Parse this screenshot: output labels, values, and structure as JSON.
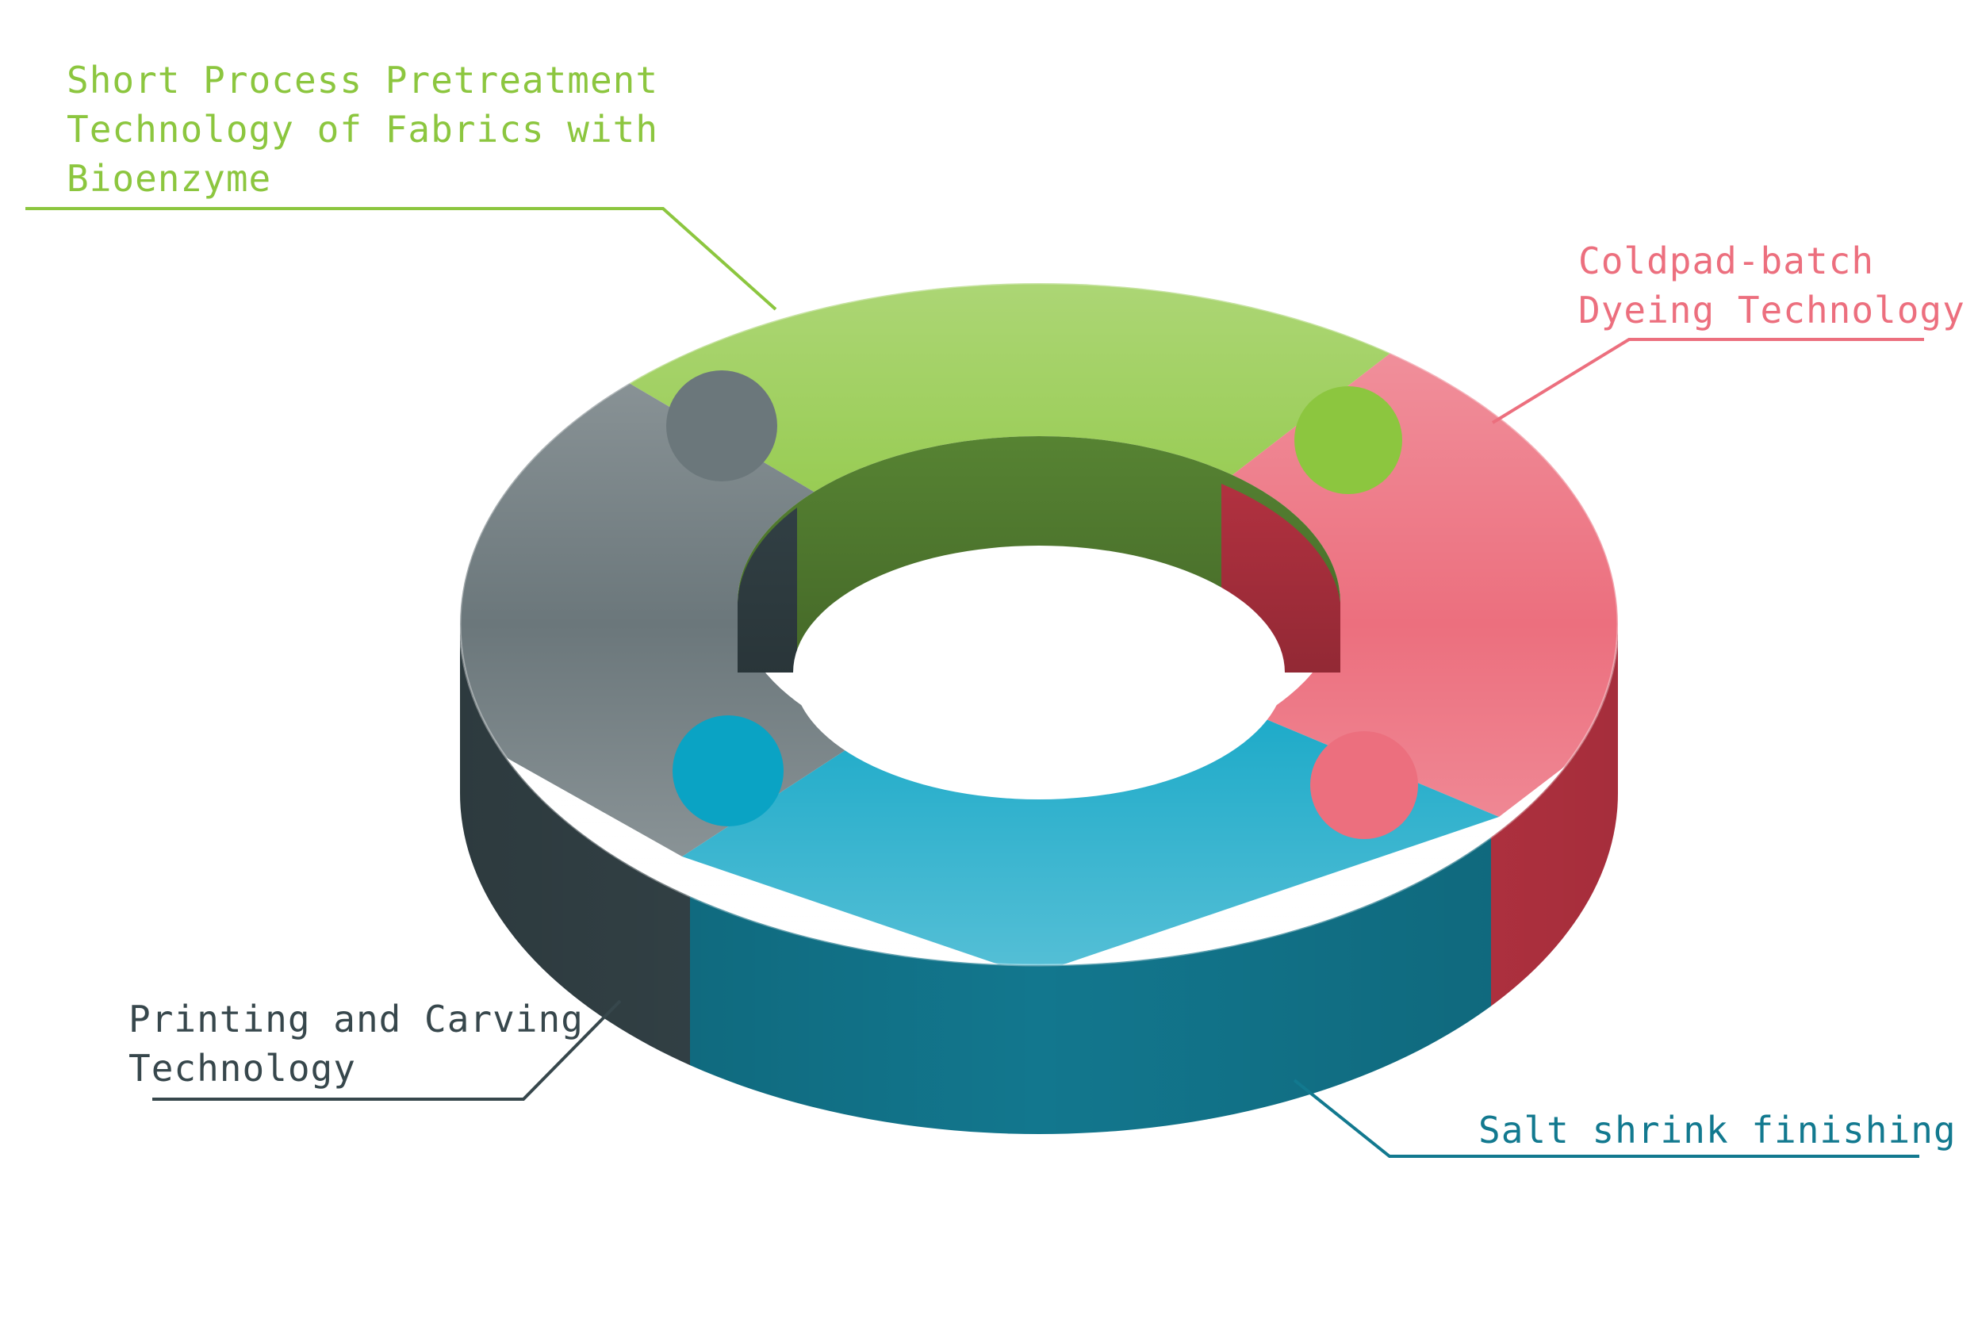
{
  "segments": [
    {
      "id": "green",
      "label_lines": [
        "Short Process Pretreatment",
        "Technology of Fabrics with",
        "Bioenzyme"
      ],
      "color": "#8cc63f",
      "side_color": "#5b8a35"
    },
    {
      "id": "pink",
      "label_lines": [
        "Coldpad-batch",
        "Dyeing Technology"
      ],
      "color": "#ec6f7e",
      "side_color": "#c33646"
    },
    {
      "id": "teal",
      "label_lines": [
        "Salt shrink finishing"
      ],
      "color": "#0aa3c4",
      "side_color": "#12778e"
    },
    {
      "id": "dark",
      "label_lines": [
        "Printing and Carving",
        "Technology"
      ],
      "color": "#6b777b",
      "side_color": "#37474c"
    }
  ],
  "label_colors": {
    "green": "#8cc63f",
    "pink": "#ec6f7e",
    "teal": "#12798f",
    "dark": "#37474c"
  }
}
